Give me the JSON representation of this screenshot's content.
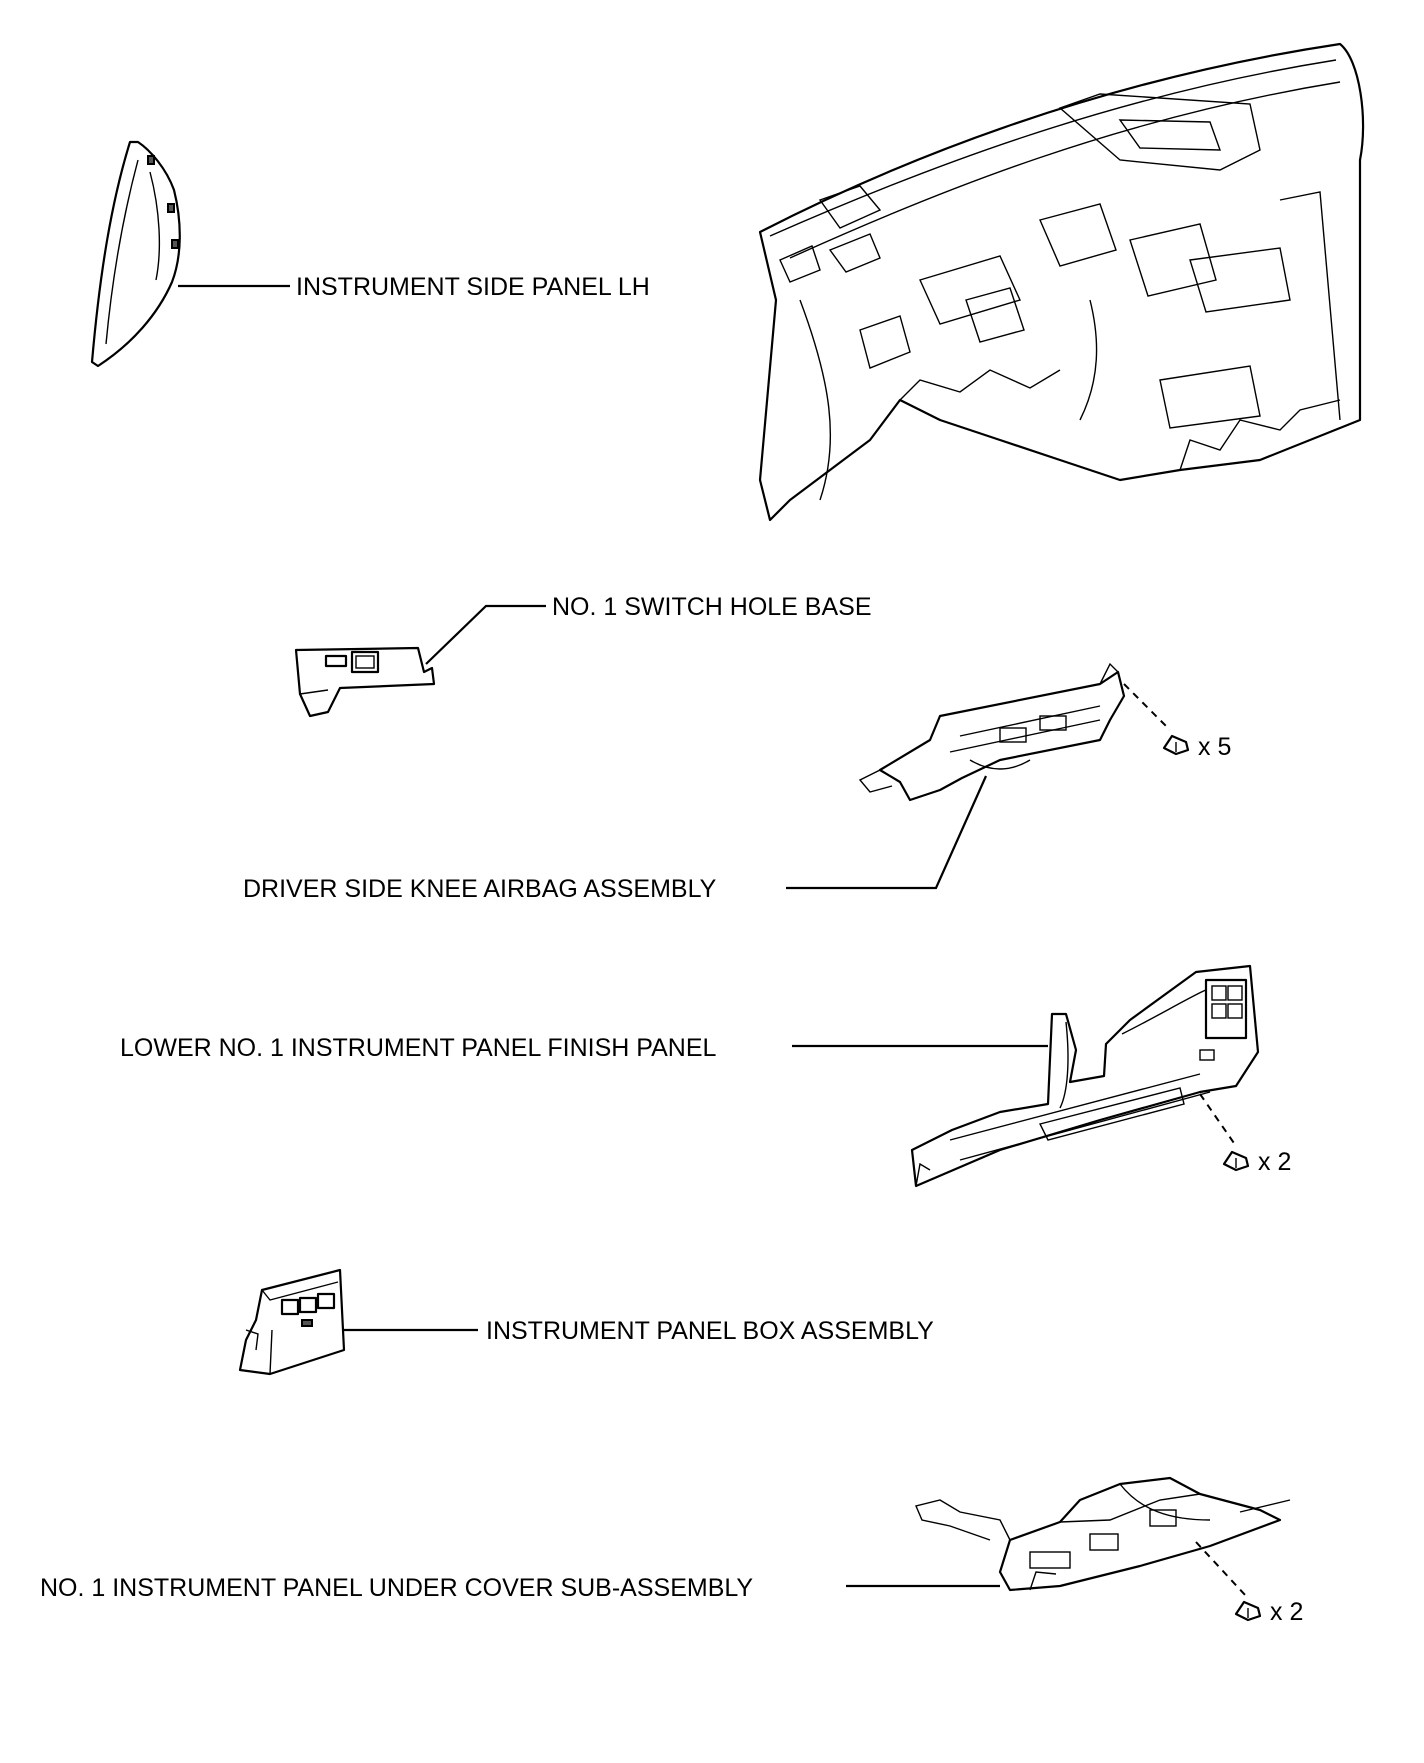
{
  "labels": {
    "side_panel_lh": "INSTRUMENT SIDE PANEL LH",
    "switch_hole_base": "NO. 1 SWITCH HOLE BASE",
    "knee_airbag": "DRIVER SIDE KNEE AIRBAG ASSEMBLY",
    "lower_finish_panel": "LOWER NO. 1 INSTRUMENT PANEL FINISH PANEL",
    "panel_box": "INSTRUMENT PANEL BOX ASSEMBLY",
    "under_cover": "NO. 1 INSTRUMENT PANEL UNDER COVER SUB-ASSEMBLY"
  },
  "quantities": {
    "knee_airbag_bolts": "x 5",
    "finish_panel_bolts": "x 2",
    "under_cover_bolts": "x 2"
  }
}
